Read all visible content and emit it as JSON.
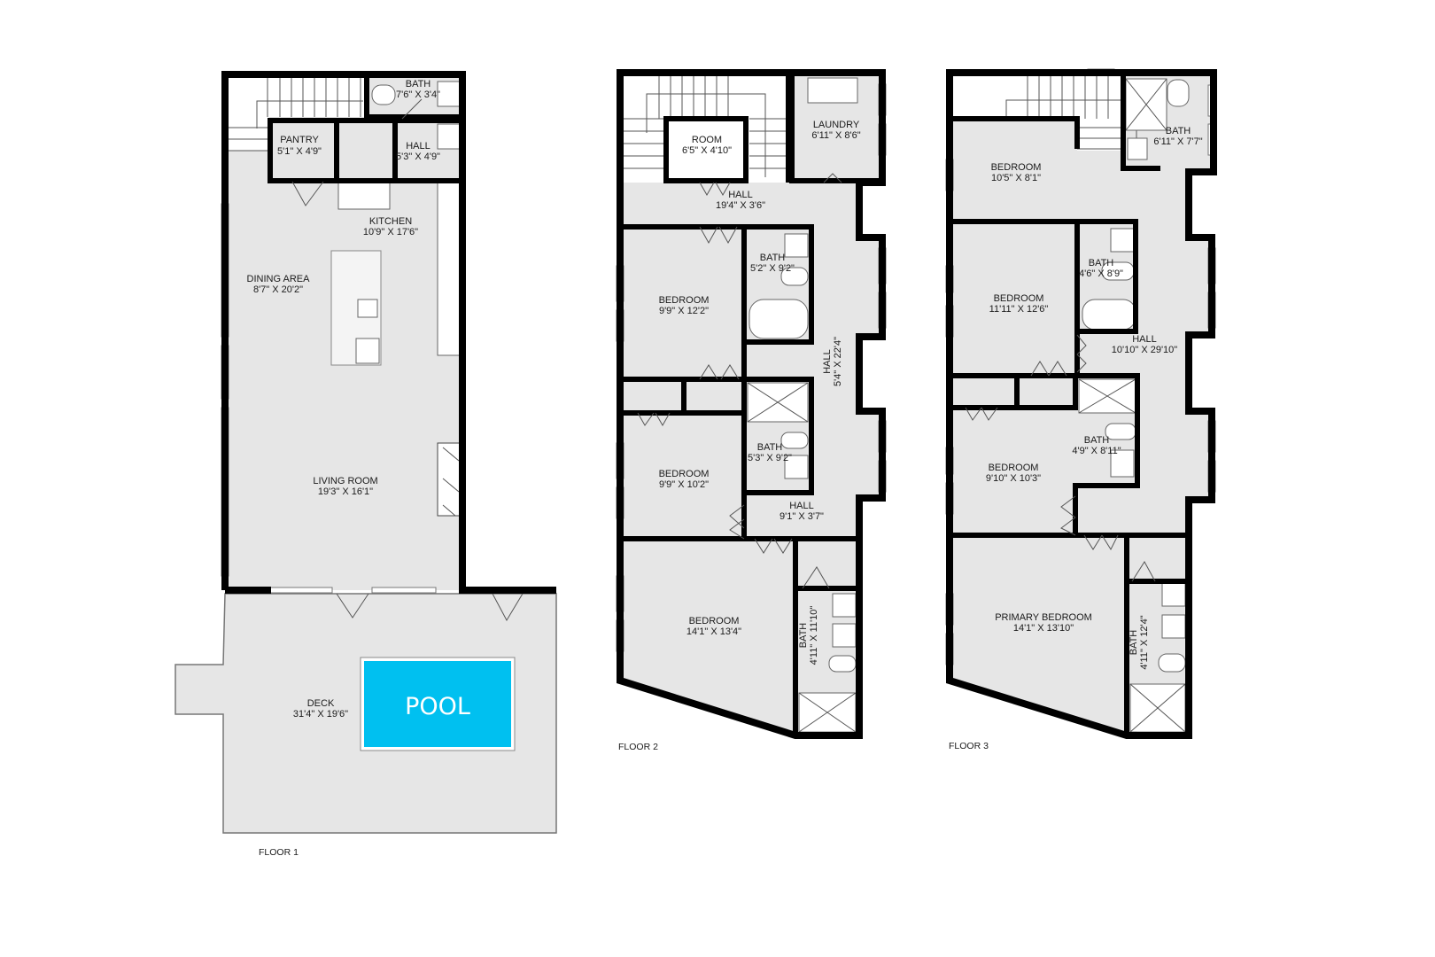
{
  "floors": [
    {
      "label": "FLOOR 1",
      "rooms": [
        {
          "name": "BATH",
          "dims": "7'6\" X 3'4\""
        },
        {
          "name": "PANTRY",
          "dims": "5'1\" X 4'9\""
        },
        {
          "name": "HALL",
          "dims": "5'3\" X 4'9\""
        },
        {
          "name": "KITCHEN",
          "dims": "10'9\" X 17'6\""
        },
        {
          "name": "DINING AREA",
          "dims": "8'7\" X 20'2\""
        },
        {
          "name": "LIVING ROOM",
          "dims": "19'3\" X 16'1\""
        },
        {
          "name": "DECK",
          "dims": "31'4\" X 19'6\""
        }
      ],
      "pool_label": "POOL"
    },
    {
      "label": "FLOOR 2",
      "rooms": [
        {
          "name": "ROOM",
          "dims": "6'5\" X 4'10\""
        },
        {
          "name": "LAUNDRY",
          "dims": "6'11\" X 8'6\""
        },
        {
          "name": "HALL",
          "dims": "19'4\" X 3'6\""
        },
        {
          "name": "BATH",
          "dims": "5'2\" X 9'2\""
        },
        {
          "name": "BEDROOM",
          "dims": "9'9\" X 12'2\""
        },
        {
          "name": "HALL",
          "dims": "5'4\" X 22'4\""
        },
        {
          "name": "BATH",
          "dims": "5'3\" X 9'2\""
        },
        {
          "name": "BEDROOM",
          "dims": "9'9\" X 10'2\""
        },
        {
          "name": "HALL",
          "dims": "9'1\" X 3'7\""
        },
        {
          "name": "BEDROOM",
          "dims": "14'1\" X 13'4\""
        },
        {
          "name": "BATH",
          "dims": "4'11\" X 11'10\""
        }
      ]
    },
    {
      "label": "FLOOR 3",
      "rooms": [
        {
          "name": "BATH",
          "dims": "6'11\" X 7'7\""
        },
        {
          "name": "BEDROOM",
          "dims": "10'5\" X 8'1\""
        },
        {
          "name": "BATH",
          "dims": "4'6\" X 8'9\""
        },
        {
          "name": "BEDROOM",
          "dims": "11'11\" X 12'6\""
        },
        {
          "name": "HALL",
          "dims": "10'10\" X 29'10\""
        },
        {
          "name": "BATH",
          "dims": "4'9\" X 8'11\""
        },
        {
          "name": "BEDROOM",
          "dims": "9'10\" X 10'3\""
        },
        {
          "name": "PRIMARY BEDROOM",
          "dims": "14'1\" X 13'10\""
        },
        {
          "name": "BATH",
          "dims": "4'11\" X 12'4\""
        }
      ]
    }
  ],
  "colors": {
    "pool": "#00c0f0",
    "floor": "#e6e6e6",
    "wall": "#000000"
  }
}
